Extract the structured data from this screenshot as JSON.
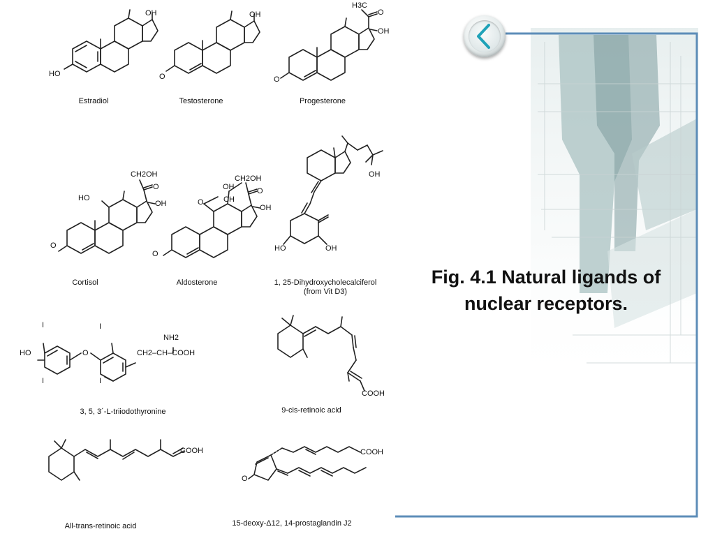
{
  "slide": {
    "caption_line1": "Fig. 4.1 Natural ligands of",
    "caption_line2": "nuclear receptors.",
    "accent_color": "#5d8db8",
    "back_button_icon": "chevron-left-icon"
  },
  "molecules": [
    {
      "name": "Estradiol",
      "atoms": [
        "OH",
        "HO"
      ]
    },
    {
      "name": "Testosterone",
      "atoms": [
        "OH",
        "O"
      ]
    },
    {
      "name": "Progesterone",
      "atoms": [
        "H3C",
        "O",
        "OH",
        "O"
      ]
    },
    {
      "name": "Cortisol",
      "atoms": [
        "CH2OH",
        "O",
        "HO",
        "OH",
        "O"
      ]
    },
    {
      "name": "Aldosterone",
      "atoms": [
        "CH2OH",
        "OH",
        "O",
        "O",
        "CH",
        "OH",
        "O"
      ]
    },
    {
      "name": "1, 25-Dihydroxycholecalciferol",
      "name2": "(from Vit D3)",
      "atoms": [
        "OH",
        "HO",
        "OH"
      ]
    },
    {
      "name": "3, 5, 3´-L-triiodothyronine",
      "atoms": [
        "I",
        "I",
        "NH2",
        "HO",
        "O",
        "CH2–CH–COOH",
        "I",
        "I"
      ]
    },
    {
      "name": "9-cis-retinoic acid",
      "atoms": [
        "COOH"
      ]
    },
    {
      "name": "All-trans-retinoic acid",
      "atoms": [
        "COOH"
      ]
    },
    {
      "name": "15-deoxy-Δ12, 14-prostaglandin J2",
      "atoms": [
        "COOH",
        "O"
      ]
    }
  ]
}
